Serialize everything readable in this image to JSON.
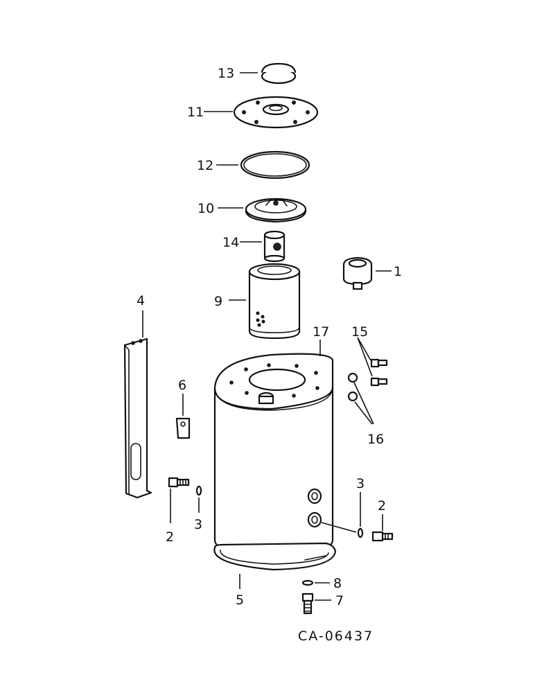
{
  "labels": {
    "p1": "1",
    "p2a": "2",
    "p2b": "2",
    "p3a": "3",
    "p3b": "3",
    "p4": "4",
    "p5": "5",
    "p6": "6",
    "p7": "7",
    "p8": "8",
    "p9": "9",
    "p10": "10",
    "p11": "11",
    "p12": "12",
    "p13": "13",
    "p14": "14",
    "p15": "15",
    "p16": "16",
    "p17": "17"
  },
  "drawing_code": "CA-06437"
}
